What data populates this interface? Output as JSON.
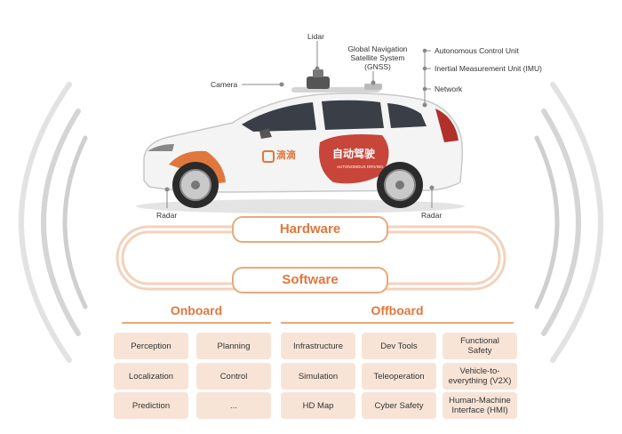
{
  "car_labels": {
    "lidar": "Lidar",
    "gnss": "Global Navigation\nSatellite System\n(GNSS)",
    "autonomous_control_unit": "Autonomous Control Unit",
    "imu": "Inertial Measurement Unit (IMU)",
    "network": "Network",
    "camera": "Camera",
    "radar_left": "Radar",
    "radar_right": "Radar"
  },
  "car_branding": {
    "didi": "滴滴",
    "autonomous_cn": "自动驾驶",
    "autonomous_en": "AUTONOMOUS DRIVING"
  },
  "layers": {
    "hardware": "Hardware",
    "software": "Software"
  },
  "onboard": {
    "title": "Onboard",
    "items": [
      "Perception",
      "Planning",
      "Localization",
      "Control",
      "Prediction",
      "..."
    ]
  },
  "offboard": {
    "title": "Offboard",
    "items": [
      "Infrastructure",
      "Dev Tools",
      "Functional\nSafety",
      "Simulation",
      "Teleoperation",
      "Vehicle-to-\neverything (V2X)",
      "HD Map",
      "Cyber Safety",
      "Human-Machine\nInterface (HMI)"
    ]
  },
  "colors": {
    "accent": "#e0773c",
    "border": "#e8a97c",
    "box_fill": "#f8e4d6",
    "wave": "#cfcfcf"
  }
}
